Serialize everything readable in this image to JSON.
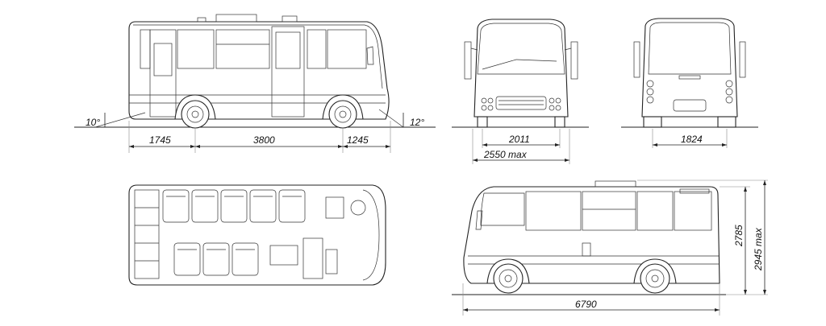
{
  "dimensions": {
    "approach_angle": "10°",
    "departure_angle": "12°",
    "rear_overhang": "1745",
    "wheelbase": "3800",
    "front_overhang": "1245",
    "front_track": "2011",
    "max_width": "2550 max",
    "rear_track": "1824",
    "height": "2785",
    "max_height": "2945 max",
    "overall_length": "6790"
  }
}
